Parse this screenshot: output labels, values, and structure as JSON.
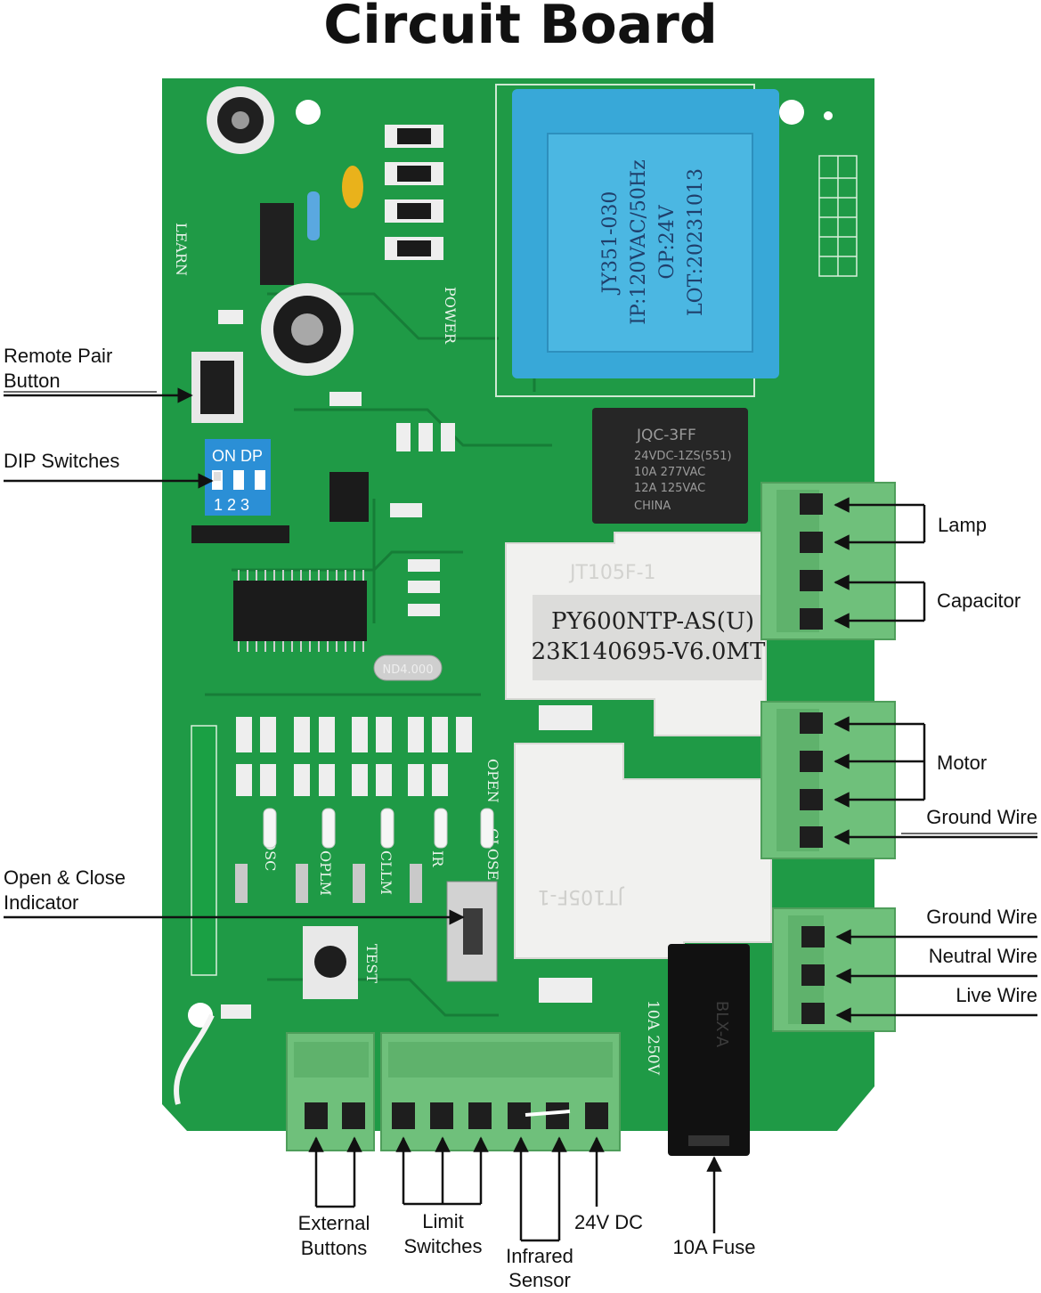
{
  "title": "Circuit Board",
  "colors": {
    "pcb": "#1f9a46",
    "pcb_dark": "#157a35",
    "terminal": "#6fc07b",
    "transformer": "#38a8d8",
    "relay_white": "#f1f1ef",
    "relay_dark": "#262626",
    "dip": "#2b8fd6"
  },
  "labels": {
    "remote_pair": [
      "Remote Pair",
      "Button"
    ],
    "dip_switches": "DIP Switches",
    "open_close": [
      "Open & Close",
      "Indicator"
    ],
    "lamp": "Lamp",
    "capacitor": "Capacitor",
    "motor": "Motor",
    "ground_wire_1": "Ground Wire",
    "ground_wire_2": "Ground Wire",
    "neutral_wire": "Neutral Wire",
    "live_wire": "Live Wire",
    "external_buttons": [
      "External",
      "Buttons"
    ],
    "limit_switches": [
      "Limit",
      "Switches"
    ],
    "infrared_sensor": [
      "Infrared",
      "Sensor"
    ],
    "dc24": "24V DC",
    "fuse": "10A Fuse"
  },
  "board_text": {
    "transformer": [
      "JY351-030",
      "IP:120VAC/50Hz",
      "OP:24V",
      "LOT:20231013"
    ],
    "relay_main": [
      "PY600NTP-AS(U)",
      "23K140695-V6.0MT"
    ],
    "relay_top": "JT105F-1",
    "relay_bottom": "JT105F-1",
    "relay_small": [
      "JQC-3FF",
      "24VDC-1ZS(551)",
      "10A 277VAC",
      "12A 125VAC",
      "CHINA"
    ],
    "dip_on": "ON DP",
    "dip_nums": "1 2 3",
    "fuse_body": "BLX-A",
    "fuse_rating": "10A 250V",
    "power": "POWER",
    "learn": "LEARN",
    "test": "TEST",
    "open": "OPEN",
    "close": "CLOSE",
    "osc": "OSC",
    "oplm": "OPLM",
    "cllm": "CLLM",
    "ir": "IR",
    "crystal": "ND4.000"
  }
}
